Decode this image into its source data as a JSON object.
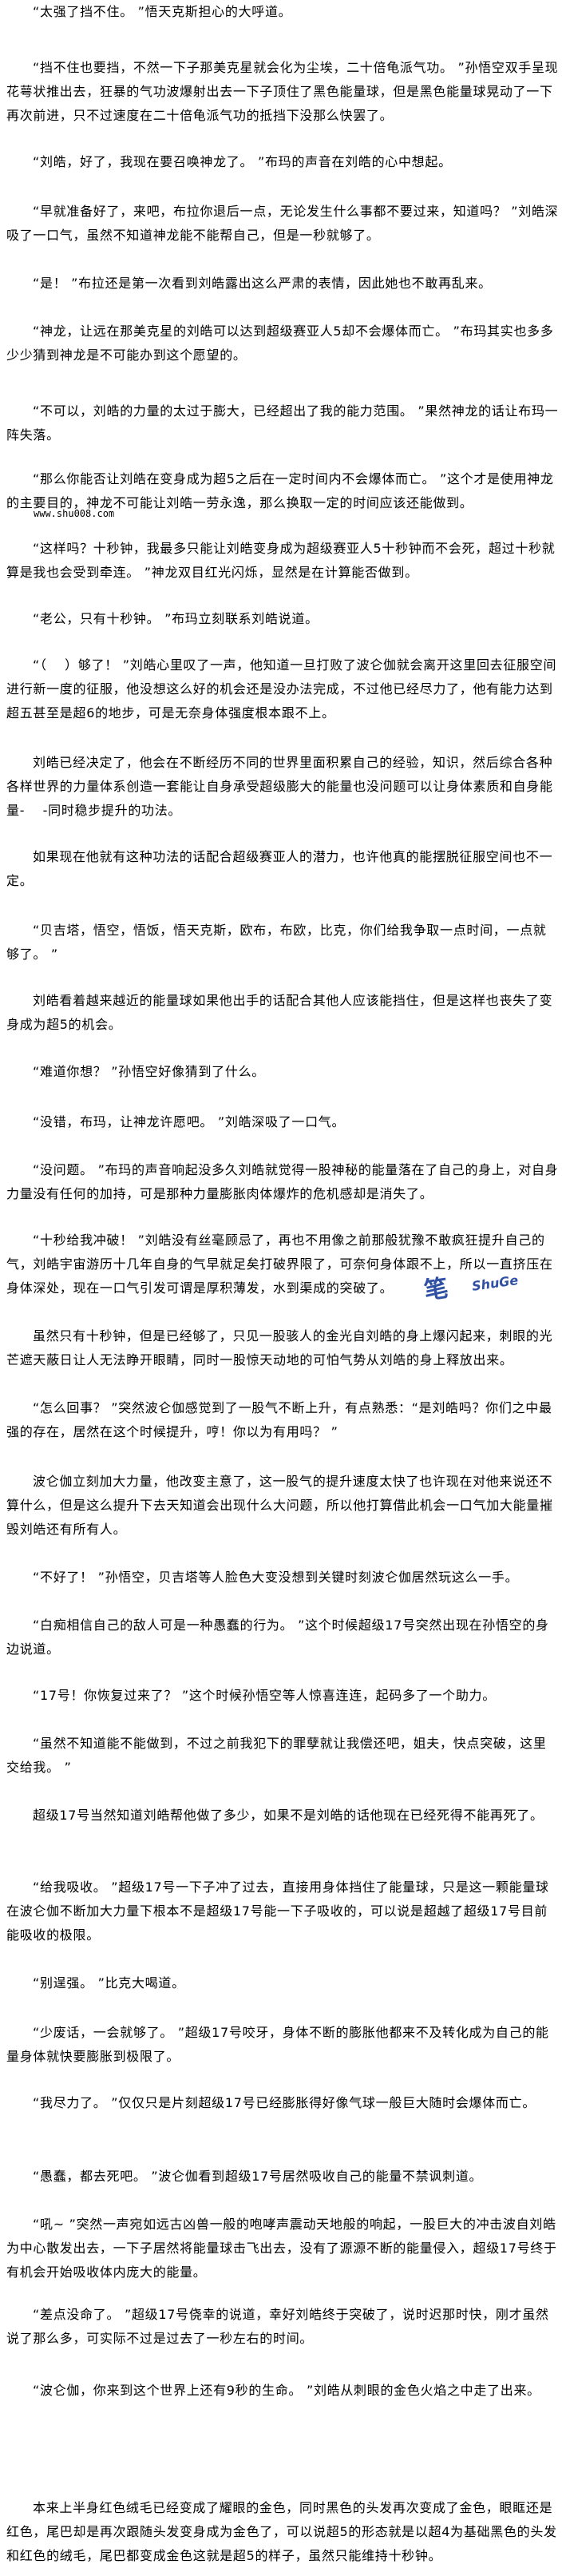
{
  "paragraphs": [
    "“太强了挡不住。 ”悟天克斯担心的大呼道。",
    "“挡不住也要挡，不然一下子那美克星就会化为尘埃，二十倍龟派气功。 ”孙悟空双手呈现花萼状推出去，狂暴的气功波爆射出去一下子顶住了黑色能量球，但是黑色能量球晃动了一下再次前进，只不过速度在二十倍龟派气功的抵挡下没那么快罢了。",
    "“刘皓，好了，我现在要召唤神龙了。 ”布玛的声音在刘皓的心中想起。",
    "“早就准备好了，来吧，布拉你退后一点，无论发生什么事都不要过来，知道吗？ ”刘皓深吸了一口气，虽然不知道神龙能不能帮自己，但是一秒就够了。",
    "“是！ ”布拉还是第一次看到刘皓露出这么严肃的表情，因此她也不敢再乱来。",
    "“神龙，让远在那美克星的刘皓可以达到超级赛亚人5却不会爆体而亡。 ”布玛其实也多多少少猜到神龙是不可能办到这个愿望的。",
    "“不可以，刘皓的力量的太过于膨大，已经超出了我的能力范围。 ”果然神龙的话让布玛一阵失落。",
    "“那么你能否让刘皓在变身成为超5之后在一定时间内不会爆体而亡。 ”这个才是使用神龙的主要目的，神龙不可能让刘皓一劳永逸，那么换取一定的时间应该还能做到。",
    "“这样吗？十秒钟，我最多只能让刘皓变身成为超级赛亚人5十秒钟而不会死，超过十秒就算是我也会受到牵连。 ”神龙双目红光闪烁，显然是在计算能否做到。",
    "“老公，只有十秒钟。 ”布玛立刻联系刘皓说道。",
    "“（　 ）够了！ ”刘皓心里叹了一声，他知道一旦打败了波仑伽就会离开这里回去征服空间进行新一度的征服，他没想这么好的机会还是没办法完成，不过他已经尽力了，他有能力达到超五甚至是超6的地步，可是无奈身体强度根本跟不上。",
    "刘皓已经决定了，他会在不断经历不同的世界里面积累自己的经验，知识，然后综合各种各样世界的力量体系创造一套能让自身承受超级膨大的能量也没问题可以让身体素质和自身能量-　 -同时稳步提升的功法。",
    "如果现在他就有这种功法的话配合超级赛亚人的潜力，也许他真的能摆脱征服空间也不一定。",
    "“贝吉塔，悟空，悟饭，悟天克斯，欧布，布欧，比克，你们给我争取一点时间，一点就够了。 ”",
    "刘皓看着越来越近的能量球如果他出手的话配合其他人应该能挡住，但是这样也丧失了变身成为超5的机会。",
    "“难道你想？ ”孙悟空好像猜到了什么。",
    "“没错，布玛，让神龙许愿吧。 ”刘皓深吸了一口气。",
    "“没问题。 ”布玛的声音响起没多久刘皓就觉得一股神秘的能量落在了自己的身上，对自身力量没有任何的加持，可是那种力量膨胀肉体爆炸的危机感却是消失了。",
    "“十秒给我冲破！ ”刘皓没有丝毫顾忌了，再也不用像之前那般犹豫不敢疯狂提升自己的气，刘皓宇宙游历十几年自身的气早就足矣打破界限了，可奈何身体跟不上，所以一直挤压在身体深处，现在一口气引发可谓是厚积薄发，水到渠成的突破了。",
    "虽然只有十秒钟，但是已经够了，只见一股骇人的金光自刘皓的身上爆闪起来，刺眼的光芒遮天蔽日让人无法睁开眼睛，同时一股惊天动地的可怕气势从刘皓的身上释放出来。",
    "“怎么回事？ ”突然波仑伽感觉到了一股气不断上升，有点熟悉：“是刘皓吗？你们之中最强的存在，居然在这个时候提升，哼！你以为有用吗？ ”",
    "波仑伽立刻加大力量，他改变主意了，这一股气的提升速度太快了也许现在对他来说还不算什么，但是这么提升下去天知道会出现什么大问题，所以他打算借此机会一口气加大能量摧毁刘皓还有所有人。",
    "“不好了！ ”孙悟空，贝吉塔等人脸色大变没想到关键时刻波仑伽居然玩这么一手。",
    "“白痴相信自己的敌人可是一种愚蠢的行为。 ”这个时候超级17号突然出现在孙悟空的身边说道。",
    "“17号！你恢复过来了？ ”这个时候孙悟空等人惊喜连连，起码多了一个助力。",
    "“虽然不知道能不能做到，不过之前我犯下的罪孽就让我偿还吧，姐夫，快点突破，这里交给我。 ”",
    "超级17号当然知道刘皓帮他做了多少，如果不是刘皓的话他现在已经死得不能再死了。",
    "“给我吸收。 ”超级17号一下子冲了过去，直接用身体挡住了能量球，只是这一颗能量球在波仑伽不断加大力量下根本不是超级17号能一下子吸收的，可以说是超越了超级17号目前能吸收的极限。",
    "“别逞强。 ”比克大喝道。",
    "“少废话，一会就够了。 ”超级17号咬牙，身体不断的膨胀他都来不及转化成为自己的能量身体就快要膨胀到极限了。",
    "“我尽力了。 ”仅仅只是片刻超级17号已经膨胀得好像气球一般巨大随时会爆体而亡。",
    "“愚蠢，都去死吧。 ”波仑伽看到超级17号居然吸收自己的能量不禁讽刺道。",
    "“吼~ ”突然一声宛如远古凶兽一般的咆哮声震动天地般的响起，一股巨大的冲击波自刘皓为中心散发出去，一下子居然将能量球击飞出去，没有了源源不断的能量侵入，超级17号终于有机会开始吸收体内庞大的能量。",
    "“差点没命了。 ”超级17号侥幸的说道，幸好刘皓终于突破了，说时迟那时快，刚才虽然说了那么多，可实际不过是过去了一秒左右的时间。",
    "“波仑伽，你来到这个世界上还有9秒的生命。 ”刘皓从刺眼的金色火焰之中走了出来。",
    "本来上半身红色绒毛已经变成了耀眼的金色，同时黑色的头发再次变成了金色，眼眶还是红色，尾巴却是再次跟随头发变身成为金色了，可以说超5的形态就是以超4为基础黑色的头发和红色的绒毛，尾巴都变成金色这就是超5的样子，虽然只能维持十秒钟。"
  ],
  "site_url": "www.shu008.com",
  "watermark": {
    "logo_text": "笔 ShuGe",
    "color": "#1a3f9a"
  }
}
